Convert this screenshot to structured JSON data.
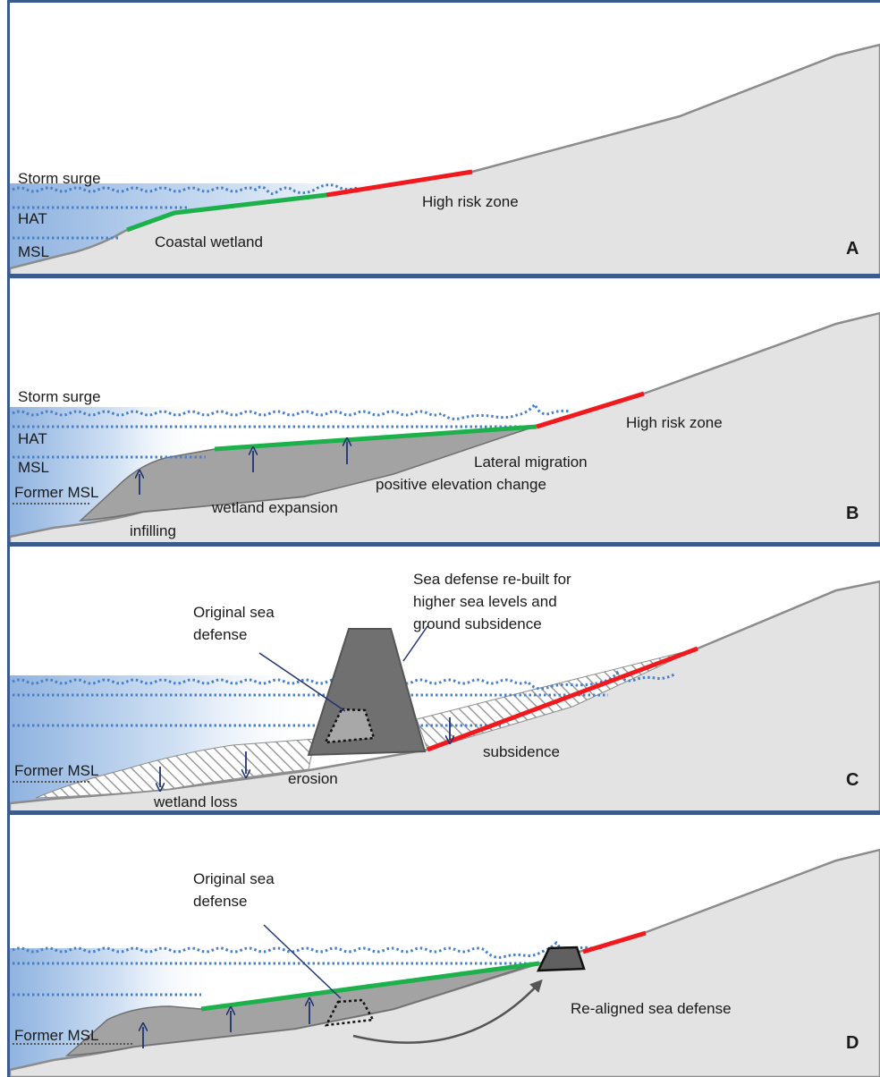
{
  "panels": {
    "a": {
      "letter": "A",
      "storm_surge": "Storm surge",
      "hat": "HAT",
      "msl": "MSL",
      "coastal_wetland": "Coastal wetland",
      "high_risk_zone": "High risk zone"
    },
    "b": {
      "letter": "B",
      "storm_surge": "Storm surge",
      "hat": "HAT",
      "msl": "MSL",
      "former_msl": "Former MSL",
      "high_risk_zone": "High risk zone",
      "lateral_migration": "Lateral  migration",
      "positive_elevation_change": "positive elevation change",
      "wetland_expansion": "wetland expansion",
      "infilling": "infilling"
    },
    "c": {
      "letter": "C",
      "rebuilt_line1": "Sea defense re-built for",
      "rebuilt_line2": "higher sea levels and",
      "rebuilt_line3": "ground subsidence",
      "original_line1": "Original sea",
      "original_line2": "defense",
      "subsidence": "subsidence",
      "former_msl": "Former MSL",
      "erosion": "erosion",
      "wetland_loss": "wetland loss"
    },
    "d": {
      "letter": "D",
      "original_line1": "Original sea",
      "original_line2": "defense",
      "realigned": "Re-aligned sea defense",
      "former_msl": "Former MSL"
    }
  },
  "colors": {
    "border": "#3b5b8c",
    "ground": "#e3e3e3",
    "ground_edge": "#8c8c8c",
    "wetland_sediment": "#a3a3a3",
    "sea_wall": "#707070",
    "wetland_line": "#1db14b",
    "risk_line": "#f0191e",
    "water_line": "#4a80c8",
    "arrow": "#1f3470"
  }
}
